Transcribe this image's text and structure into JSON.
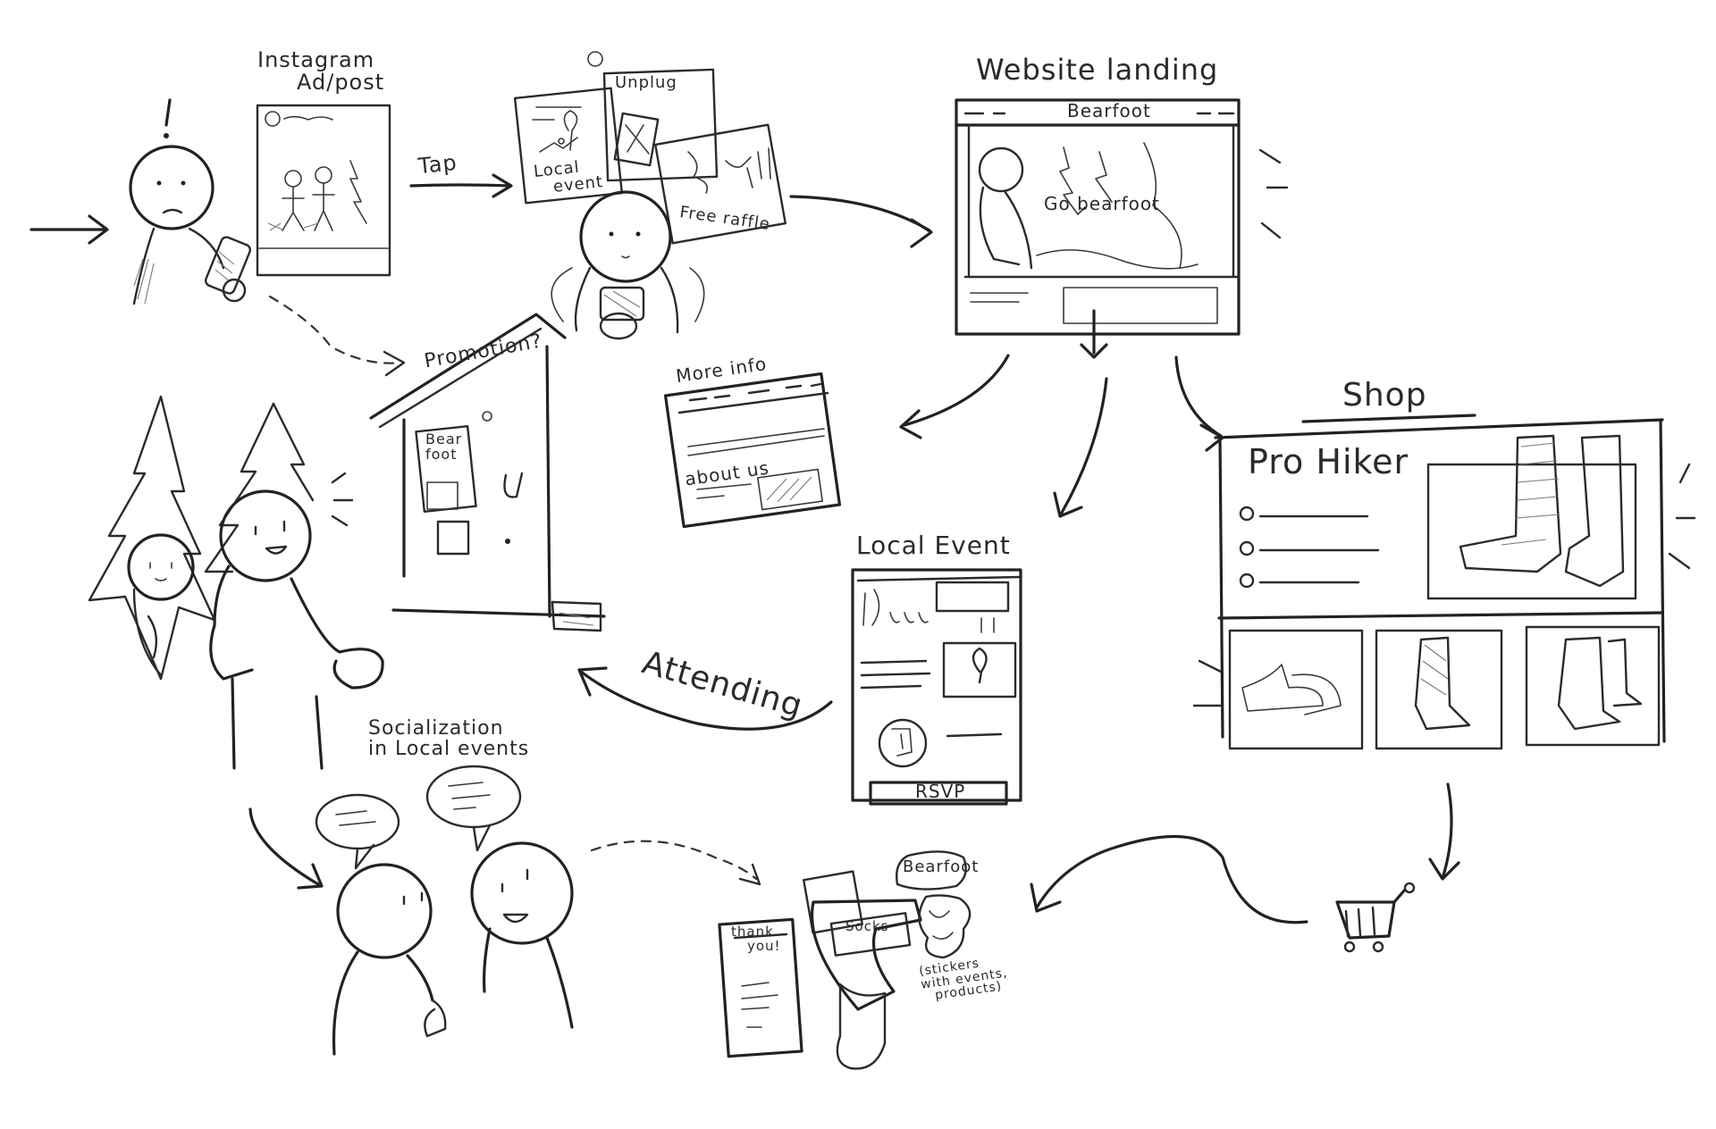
{
  "labels": {
    "instagram_line1": "Instagram",
    "instagram_line2": "Ad/post",
    "tap": "Tap",
    "unplug": "Unplug",
    "local_event_card_line1": "Local",
    "local_event_card_line2": "event",
    "free_raffle": "Free raffle",
    "website_landing": "Website landing",
    "bearfoot_header": "Bearfoot",
    "go_bearfoot": "Go bearfoot",
    "promotion": "Promotion?",
    "booth_logo_line1": "Bear",
    "booth_logo_line2": "foot",
    "more_info": "More info",
    "about_us": "about us",
    "shop": "Shop",
    "pro_hiker": "Pro Hiker",
    "local_event": "Local Event",
    "rsvp": "RSVP",
    "attending": "Attending",
    "socialization_line1": "Socialization",
    "socialization_line2": "in Local events",
    "thank_you_line1": "thank",
    "thank_you_line2": "you!",
    "socks": "Socks",
    "bearfoot_sticker": "Bearfoot",
    "stickers_note_line1": "(stickers",
    "stickers_note_line2": "with events,",
    "stickers_note_line3": "products)"
  },
  "icons": {
    "exclamation": "exclamation-icon",
    "cart": "shopping-cart-icon",
    "location": "map-pin-icon"
  },
  "colors": {
    "ink": "#2b2b2b",
    "paper": "#ffffff"
  }
}
